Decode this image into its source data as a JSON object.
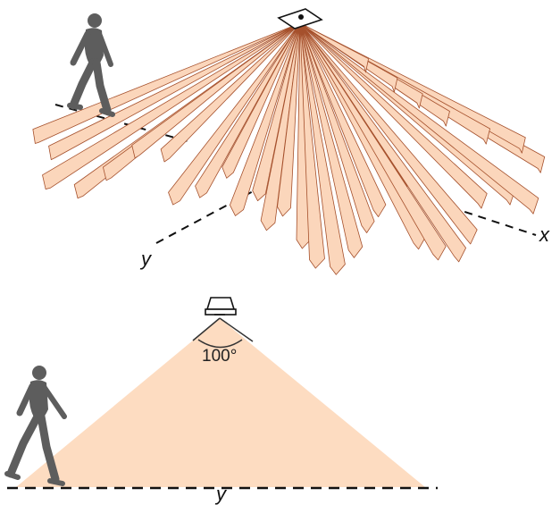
{
  "colors": {
    "beam_fill": "#fbd6bb",
    "beam_stroke": "#a5502c",
    "cone_fill": "#fddcc1",
    "person": "#5d5d5d",
    "axis_line": "#111111",
    "text": "#111111"
  },
  "top_view": {
    "axis_x_label": "x",
    "axis_y_label": "y",
    "sensor_icon": "motion-sensor-icon",
    "person_icon": "walking-person-icon"
  },
  "side_view": {
    "angle_label": "100°",
    "axis_y_label": "y",
    "sensor_icon": "motion-sensor-side-icon",
    "person_icon": "walking-person-icon",
    "detection_angle_deg": 100
  }
}
